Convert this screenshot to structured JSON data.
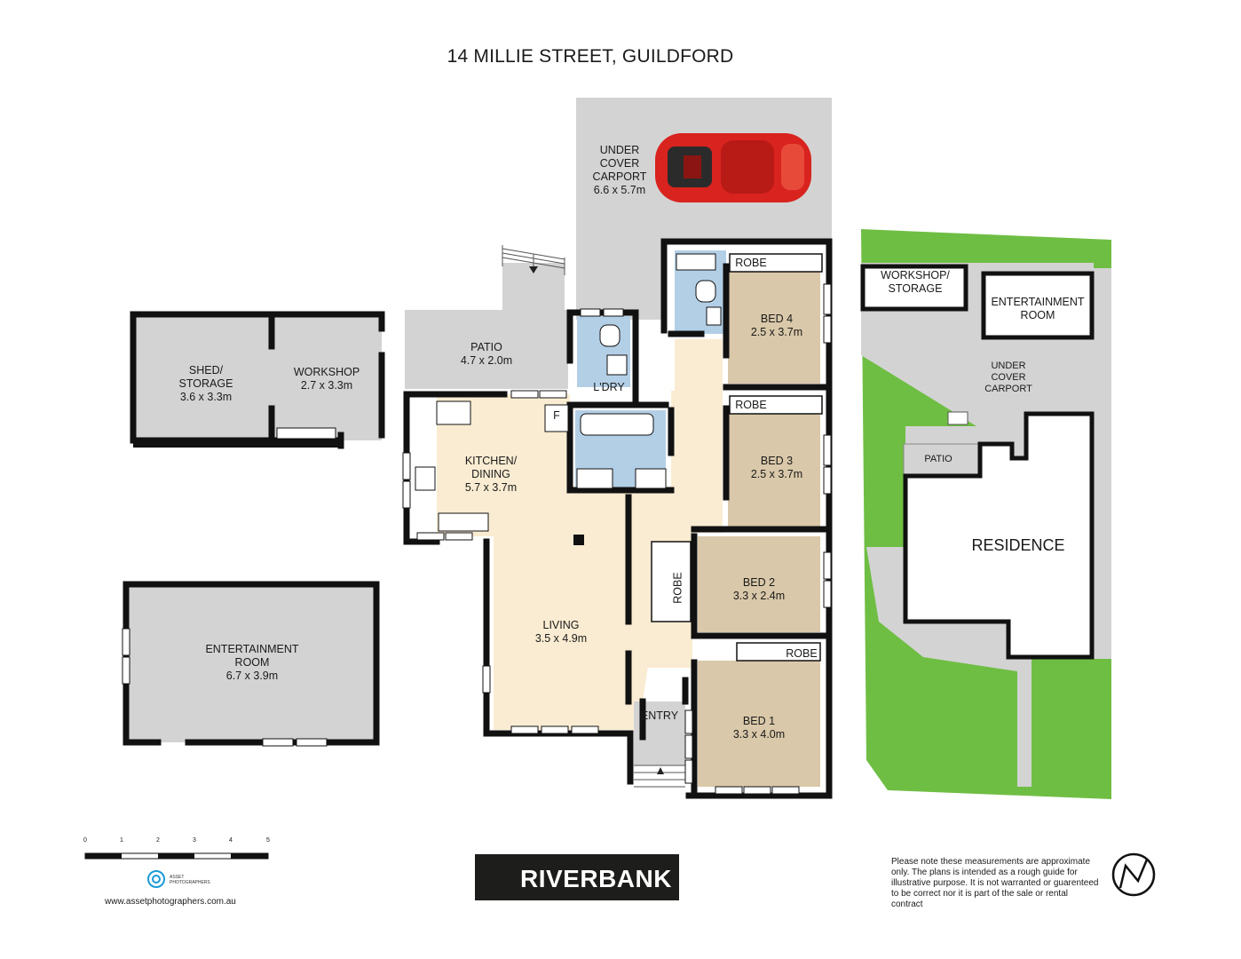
{
  "title": "14 MILLIE STREET, GUILDFORD",
  "rooms": {
    "carport": {
      "name": "UNDER\nCOVER\nCARPORT",
      "line1": "UNDER",
      "line2": "COVER",
      "line3": "CARPORT",
      "size": "6.6 x 5.7m"
    },
    "patio": {
      "name": "PATIO",
      "size": "4.7 x 2.0m"
    },
    "laundry": {
      "name": "L'DRY"
    },
    "kitchen": {
      "line1": "KITCHEN/",
      "line2": "DINING",
      "size": "5.7 x 3.7m"
    },
    "fridge": {
      "name": "F"
    },
    "living": {
      "name": "LIVING",
      "size": "3.5 x 4.9m"
    },
    "entry": {
      "name": "ENTRY"
    },
    "bed4": {
      "name": "BED 4",
      "size": "2.5 x 3.7m",
      "robe": "ROBE"
    },
    "bed3": {
      "name": "BED 3",
      "size": "2.5 x 3.7m",
      "robe": "ROBE"
    },
    "bed2": {
      "name": "BED 2",
      "size": "3.3 x 2.4m",
      "robe": "ROBE"
    },
    "bed1": {
      "name": "BED 1",
      "size": "3.3 x 4.0m",
      "robe": "ROBE"
    },
    "shed": {
      "line1": "SHED/",
      "line2": "STORAGE",
      "size": "3.6 x 3.3m"
    },
    "workshop": {
      "name": "WORKSHOP",
      "size": "2.7 x 3.3m"
    },
    "entertainment": {
      "line1": "ENTERTAINMENT",
      "line2": "ROOM",
      "size": "6.7 x 3.9m"
    }
  },
  "site_plan": {
    "workshop_storage_1": "WORKSHOP/",
    "workshop_storage_2": "STORAGE",
    "entertainment_1": "ENTERTAINMENT",
    "entertainment_2": "ROOM",
    "carport_1": "UNDER",
    "carport_2": "COVER",
    "carport_3": "CARPORT",
    "patio": "PATIO",
    "residence": "RESIDENCE"
  },
  "scale": {
    "marks": [
      "0",
      "1",
      "2",
      "3",
      "4",
      "5"
    ]
  },
  "footer": {
    "brand": "RIVERBANK",
    "asset_logo_1": "ASSET",
    "asset_logo_2": "PHOTOGRAPHERS",
    "website": "www.assetphotographers.com.au",
    "disclaimer": "Please note these measurements are approximate only. The plans is intended as a rough guide for illustrative purpose. It is not warranted or guarenteed to be correct nor it is part of the sale or rental contract"
  },
  "colors": {
    "wall": "#111111",
    "outdoor_grey": "#d3d3d3",
    "bedroom": "#d9c8a9",
    "living": "#faecd2",
    "wet_area": "#b3cfe6",
    "lawn": "#6fbe44",
    "car": "#d9231e"
  },
  "icons": {
    "compass": "north-arrow-icon",
    "brand_logo": "house-icon",
    "car": "car-icon"
  }
}
